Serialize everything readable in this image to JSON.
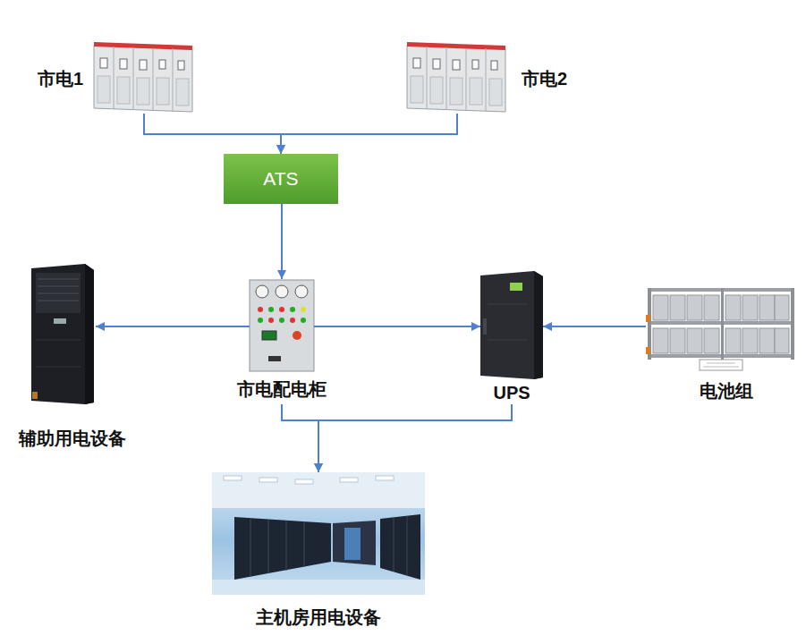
{
  "diagram": {
    "nodes": [
      {
        "text": [
          "市电1"
        ]
      },
      {
        "text": [
          "市电2"
        ]
      },
      {
        "text": [
          "ATS"
        ]
      },
      {
        "text": [
          "辅助用电设备"
        ]
      },
      {
        "text": [
          "市电配电柜"
        ]
      },
      {
        "text": [
          "UPS"
        ]
      },
      {
        "text": [
          "电池组"
        ]
      },
      {
        "text": [
          "主机房用电设备"
        ]
      }
    ],
    "edges": [
      {
        "from": 0,
        "to": 2,
        "arrow": "to"
      },
      {
        "from": 1,
        "to": 2,
        "arrow": "to"
      },
      {
        "from": 2,
        "to": 4,
        "arrow": "to"
      },
      {
        "from": 4,
        "to": 3,
        "arrow": "to"
      },
      {
        "from": 4,
        "to": 5,
        "arrow": "to"
      },
      {
        "from": 6,
        "to": 5,
        "arrow": "to"
      },
      {
        "from": 4,
        "to": 7,
        "arrow": "to"
      },
      {
        "from": 5,
        "to": 7,
        "arrow": "to"
      }
    ]
  }
}
